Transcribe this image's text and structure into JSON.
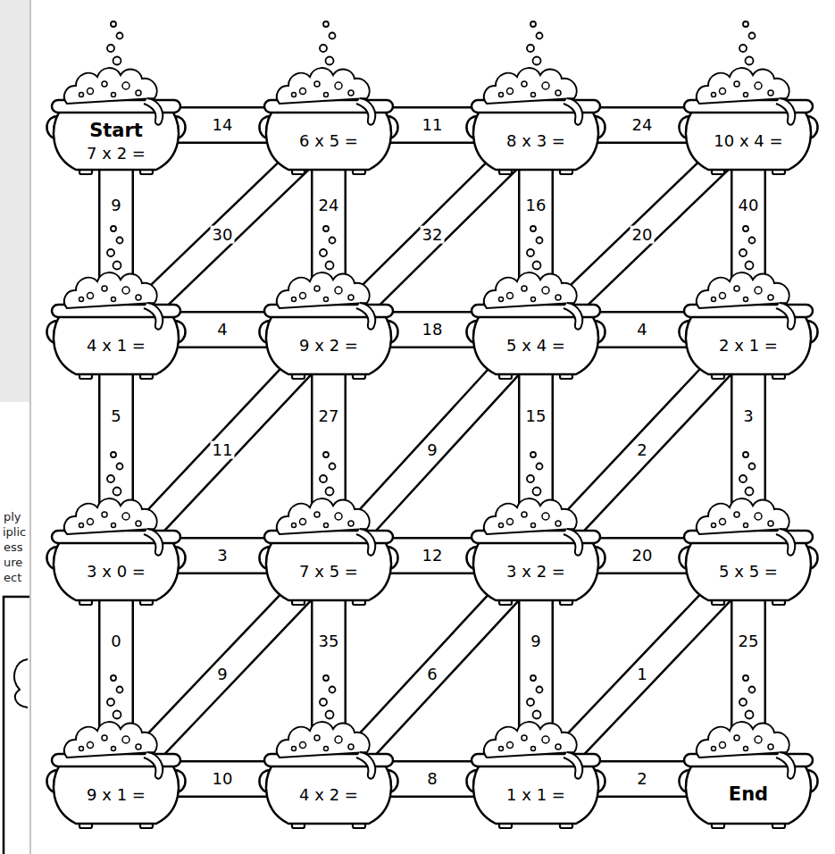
{
  "diagram": {
    "nodes": [
      {
        "text": [
          "Start",
          "7 x 2 ="
        ]
      },
      {
        "text": [
          "6 x 5 ="
        ]
      },
      {
        "text": [
          "8 x 3 ="
        ]
      },
      {
        "text": [
          "10 x 4 ="
        ]
      },
      {
        "text": [
          "4 x 1 ="
        ]
      },
      {
        "text": [
          "9 x 2 ="
        ]
      },
      {
        "text": [
          "5 x 4 ="
        ]
      },
      {
        "text": [
          "2 x 1 ="
        ]
      },
      {
        "text": [
          "3 x 0 ="
        ]
      },
      {
        "text": [
          "7 x 5 ="
        ]
      },
      {
        "text": [
          "3 x 2 ="
        ]
      },
      {
        "text": [
          "5 x 5 ="
        ]
      },
      {
        "text": [
          "9 x 1 ="
        ]
      },
      {
        "text": [
          "4 x 2 ="
        ]
      },
      {
        "text": [
          "1 x 1 ="
        ]
      },
      {
        "text": [
          "End"
        ]
      }
    ],
    "edges": [
      {
        "from": 0,
        "to": 1,
        "label": "14",
        "arrow": "none"
      },
      {
        "from": 1,
        "to": 2,
        "label": "11",
        "arrow": "none"
      },
      {
        "from": 2,
        "to": 3,
        "label": "24",
        "arrow": "none"
      },
      {
        "from": 0,
        "to": 4,
        "label": "9",
        "arrow": "none"
      },
      {
        "from": 1,
        "to": 4,
        "label": "30",
        "arrow": "none"
      },
      {
        "from": 1,
        "to": 5,
        "label": "24",
        "arrow": "none"
      },
      {
        "from": 2,
        "to": 5,
        "label": "32",
        "arrow": "none"
      },
      {
        "from": 2,
        "to": 6,
        "label": "16",
        "arrow": "none"
      },
      {
        "from": 3,
        "to": 6,
        "label": "20",
        "arrow": "none"
      },
      {
        "from": 3,
        "to": 7,
        "label": "40",
        "arrow": "none"
      },
      {
        "from": 4,
        "to": 5,
        "label": "4",
        "arrow": "none"
      },
      {
        "from": 5,
        "to": 6,
        "label": "18",
        "arrow": "none"
      },
      {
        "from": 6,
        "to": 7,
        "label": "4",
        "arrow": "none"
      },
      {
        "from": 4,
        "to": 8,
        "label": "5",
        "arrow": "none"
      },
      {
        "from": 5,
        "to": 8,
        "label": "11",
        "arrow": "none"
      },
      {
        "from": 5,
        "to": 9,
        "label": "27",
        "arrow": "none"
      },
      {
        "from": 6,
        "to": 9,
        "label": "9",
        "arrow": "none"
      },
      {
        "from": 6,
        "to": 10,
        "label": "15",
        "arrow": "none"
      },
      {
        "from": 7,
        "to": 10,
        "label": "2",
        "arrow": "none"
      },
      {
        "from": 7,
        "to": 11,
        "label": "3",
        "arrow": "none"
      },
      {
        "from": 8,
        "to": 9,
        "label": "3",
        "arrow": "none"
      },
      {
        "from": 9,
        "to": 10,
        "label": "12",
        "arrow": "none"
      },
      {
        "from": 10,
        "to": 11,
        "label": "20",
        "arrow": "none"
      },
      {
        "from": 8,
        "to": 12,
        "label": "0",
        "arrow": "none"
      },
      {
        "from": 9,
        "to": 12,
        "label": "9",
        "arrow": "none"
      },
      {
        "from": 9,
        "to": 13,
        "label": "35",
        "arrow": "none"
      },
      {
        "from": 10,
        "to": 13,
        "label": "6",
        "arrow": "none"
      },
      {
        "from": 10,
        "to": 14,
        "label": "9",
        "arrow": "none"
      },
      {
        "from": 11,
        "to": 14,
        "label": "1",
        "arrow": "none"
      },
      {
        "from": 11,
        "to": 15,
        "label": "25",
        "arrow": "none"
      },
      {
        "from": 12,
        "to": 13,
        "label": "10",
        "arrow": "none"
      },
      {
        "from": 13,
        "to": 14,
        "label": "8",
        "arrow": "none"
      },
      {
        "from": 14,
        "to": 15,
        "label": "2",
        "arrow": "none"
      }
    ],
    "labels": [
      "ply",
      "iplic",
      "ess",
      "ure",
      "ect"
    ]
  }
}
